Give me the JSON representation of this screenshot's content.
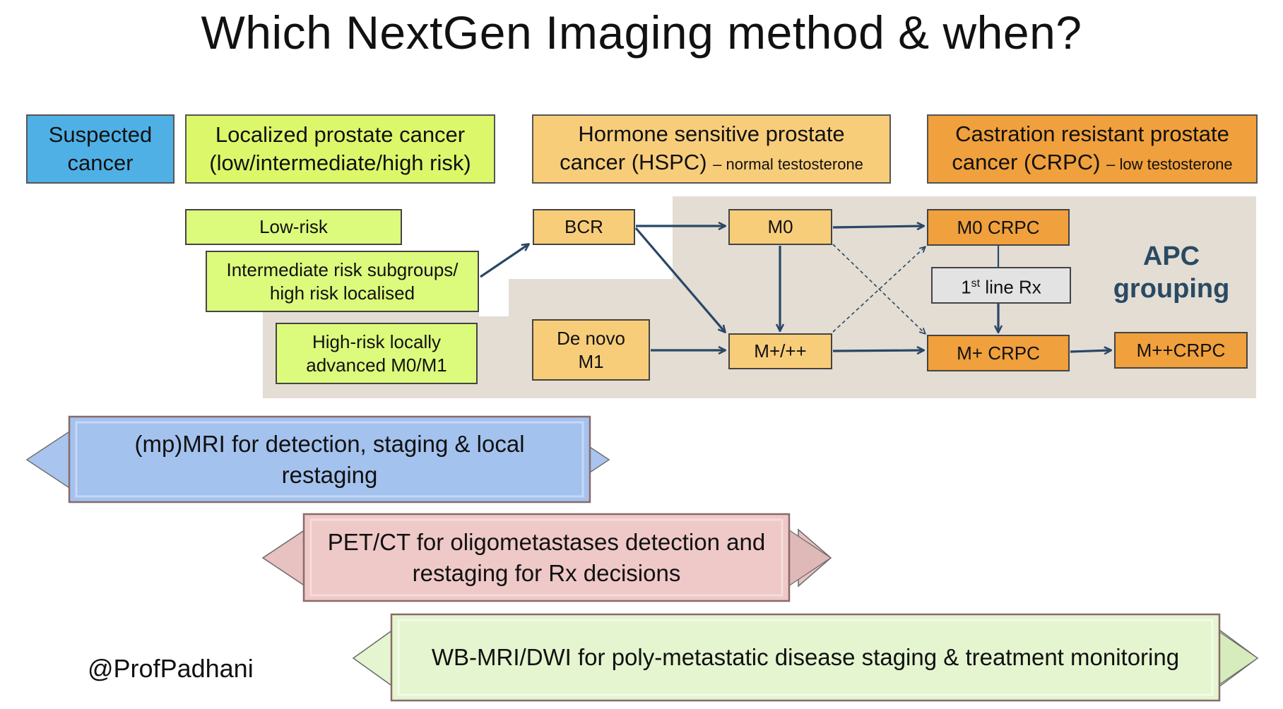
{
  "title": "Which NextGen Imaging method & when?",
  "headers": {
    "suspected": "Suspected cancer",
    "localized_line1": "Localized prostate cancer",
    "localized_line2": "(low/intermediate/high risk)",
    "hspc_line1": "Hormone sensitive prostate",
    "hspc_line2": "cancer (HSPC)",
    "hspc_sub": "– normal testosterone",
    "crpc_line1": "Castration resistant prostate",
    "crpc_line2": "cancer (CRPC)",
    "crpc_sub": "– low testosterone"
  },
  "nodes": {
    "low_risk": "Low-risk",
    "intermediate_line1": "Intermediate risk subgroups/",
    "intermediate_line2": "high risk localised",
    "high_risk_line1": "High-risk locally",
    "high_risk_line2": "advanced M0/M1",
    "bcr": "BCR",
    "de_novo_line1": "De novo",
    "de_novo_line2": "M1",
    "m0": "M0",
    "m_plus": "M+/++",
    "m0_crpc": "M0 CRPC",
    "first_line_prefix": "1",
    "first_line_sup": "st",
    "first_line_suffix": " line Rx",
    "m_plus_crpc": "M+ CRPC",
    "m_plusplus_crpc": "M++CRPC"
  },
  "apc_label_line1": "APC",
  "apc_label_line2": "grouping",
  "banners": {
    "mri_line1": "(mp)MRI for detection, staging & local",
    "mri_line2": "restaging",
    "pet_line1": "PET/CT for oligometastases detection and",
    "pet_line2": "restaging for Rx decisions",
    "wbmri": "WB-MRI/DWI for poly-metastatic disease staging & treatment monitoring"
  },
  "colors": {
    "suspected": "#4fb0e6",
    "localized": "#dcf76a",
    "hspc": "#f8cd7a",
    "crpc": "#f0a03c",
    "mri_banner": "#a4c2ee",
    "pet_banner": "#efc8c8",
    "wbmri_banner": "#e4f5cf",
    "arrow": "#2a4766"
  },
  "handle": "@ProfPadhani"
}
